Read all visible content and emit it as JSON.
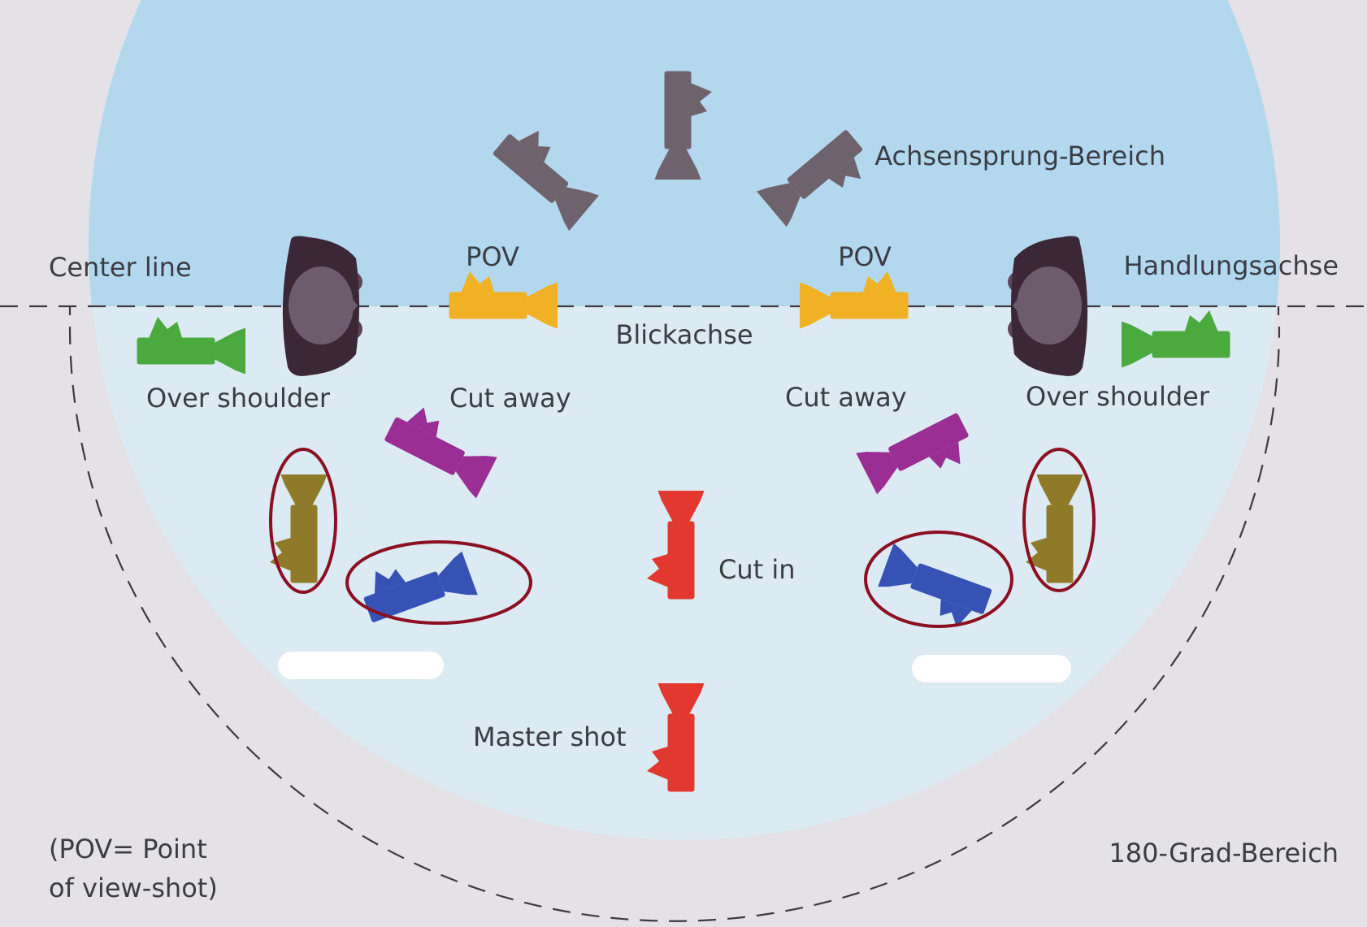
{
  "labels": {
    "achsensprung": "Achsensprung-Bereich",
    "center_line": "Center line",
    "handlungsachse": "Handlungsachse",
    "pov_left": "POV",
    "pov_right": "POV",
    "blickachse": "Blickachse",
    "over_shoulder_left": "Over shoulder",
    "over_shoulder_right": "Over shoulder",
    "cut_away_left": "Cut away",
    "cut_away_right": "Cut away",
    "cut_in": "Cut in",
    "master_shot": "Master shot",
    "pov_note_line1": "(POV= Point",
    "pov_note_line2": "of view-shot)",
    "grad_bereich": "180-Grad-Bereich"
  },
  "colors": {
    "page_background": "#e4e2e6",
    "circle_upper": "#b3d8ee",
    "circle_lower": "#dceaf3",
    "line": "#3a3a3f",
    "person_dark": "#3b2735",
    "person_light": "#6d5c6e",
    "camera_gray": "#6e626d",
    "camera_yellow": "#f0b125",
    "camera_green": "#4aaa3e",
    "camera_purple": "#9a2e94",
    "camera_olive": "#8f7a29",
    "camera_blue": "#3552b4",
    "camera_red": "#e2382f",
    "highlight_ellipse": "#8b1022",
    "redaction": "#ffffff"
  },
  "icons": [
    "person-top-view-icon",
    "camera-icon"
  ]
}
